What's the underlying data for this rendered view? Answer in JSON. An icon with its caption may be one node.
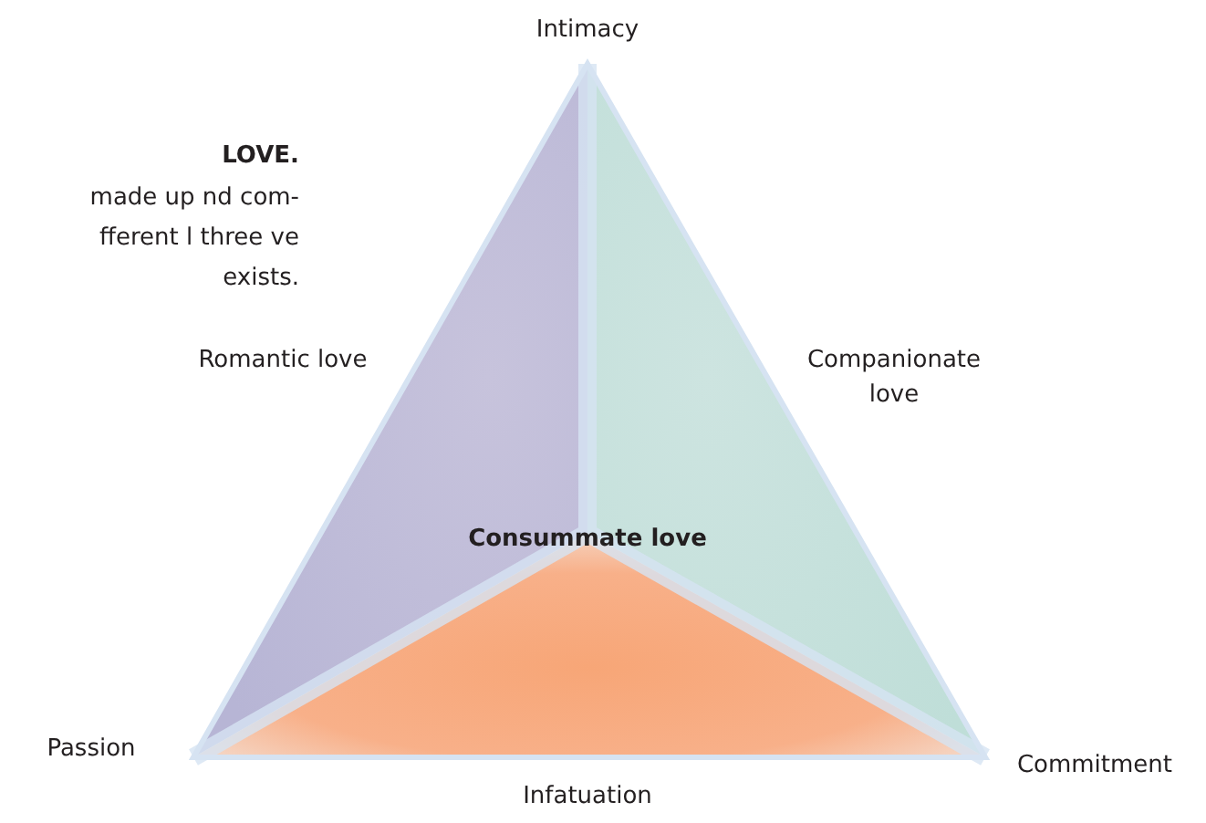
{
  "diagram": {
    "labels": [
      "LOVE.",
      "made up nd com- fferent l three ve exists.",
      "Intimacy",
      "Romantic love",
      "Companionate love",
      "Consummate love",
      "Passion",
      "Commitment",
      "Infatuation"
    ]
  }
}
